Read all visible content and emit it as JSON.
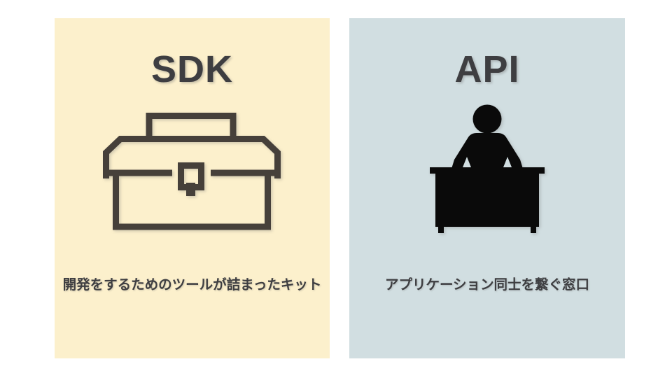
{
  "page": {
    "background": "#FFFFFF"
  },
  "cards": [
    {
      "title": "SDK",
      "caption": "開発をするためのツールが詰まったキット",
      "background": "#FCF0CC",
      "icon": "toolbox-icon",
      "icon_color": "#46403A",
      "text_color": "#3E3E41"
    },
    {
      "title": "API",
      "caption": "アプリケーション同士を繋ぐ窓口",
      "background": "#D1DEE1",
      "icon": "reception-desk-icon",
      "icon_color": "#0A0A0A",
      "text_color": "#3E3E41"
    }
  ]
}
